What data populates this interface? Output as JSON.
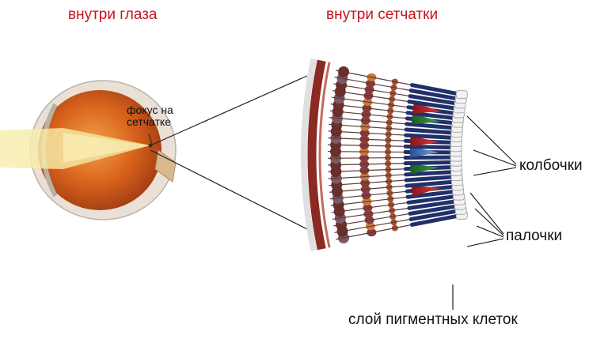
{
  "titles": {
    "inside_eye": "внутри глаза",
    "inside_retina": "внутри сетчатки"
  },
  "labels": {
    "focus_line1": "фокус на",
    "focus_line2": "сетчатке",
    "cones": "колбочки",
    "rods": "палочки",
    "pigment_layer": "слой пигментных клеток"
  },
  "colors": {
    "title_red": "#c8141e",
    "eye_orange": "#d9631c",
    "light_beam": "#f3e79a",
    "cone_red": "#d8232a",
    "cone_green": "#2f8a3c",
    "cone_blue": "#4a7fc7",
    "rod_navy": "#22306a",
    "ganglion_brown": "#6a2e2a"
  }
}
